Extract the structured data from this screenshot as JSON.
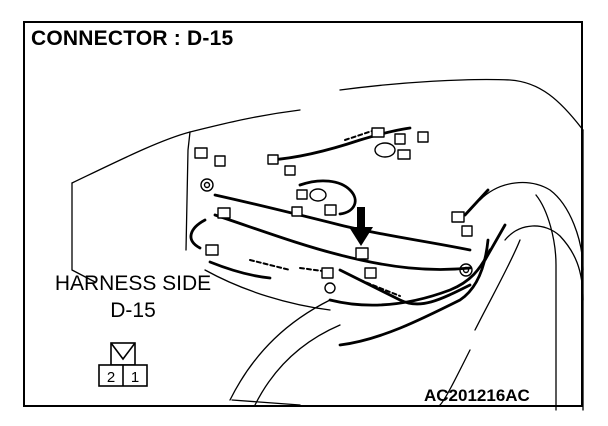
{
  "header": {
    "title": "CONNECTOR : D-15"
  },
  "harness": {
    "side_label": "HARNESS SIDE",
    "connector_id": "D-15"
  },
  "connector": {
    "pins": [
      "2",
      "1"
    ]
  },
  "footer": {
    "code": "AC201216AC"
  }
}
